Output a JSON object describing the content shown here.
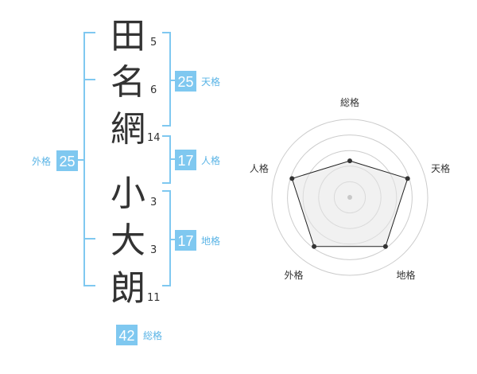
{
  "name": {
    "surname": [
      {
        "char": "田",
        "strokes": "5"
      },
      {
        "char": "名",
        "strokes": "6"
      },
      {
        "char": "網",
        "strokes": "14"
      }
    ],
    "given": [
      {
        "char": "小",
        "strokes": "3"
      },
      {
        "char": "大",
        "strokes": "3"
      },
      {
        "char": "朗",
        "strokes": "11"
      }
    ]
  },
  "kaku": {
    "tenkaku": {
      "value": "25",
      "label": "天格"
    },
    "jinkaku": {
      "value": "17",
      "label": "人格"
    },
    "chikaku": {
      "value": "17",
      "label": "地格"
    },
    "gaikaku": {
      "value": "25",
      "label": "外格"
    },
    "soukaku": {
      "value": "42",
      "label": "総格"
    }
  },
  "colors": {
    "accent": "#7fc8f0",
    "accent_text": "#5ab4e6",
    "text": "#333333"
  },
  "chart_data": {
    "type": "radar",
    "axes": [
      "総格",
      "天格",
      "地格",
      "外格",
      "人格"
    ],
    "values": [
      3,
      5,
      5,
      5,
      5
    ],
    "max": 5,
    "rings": 5
  }
}
